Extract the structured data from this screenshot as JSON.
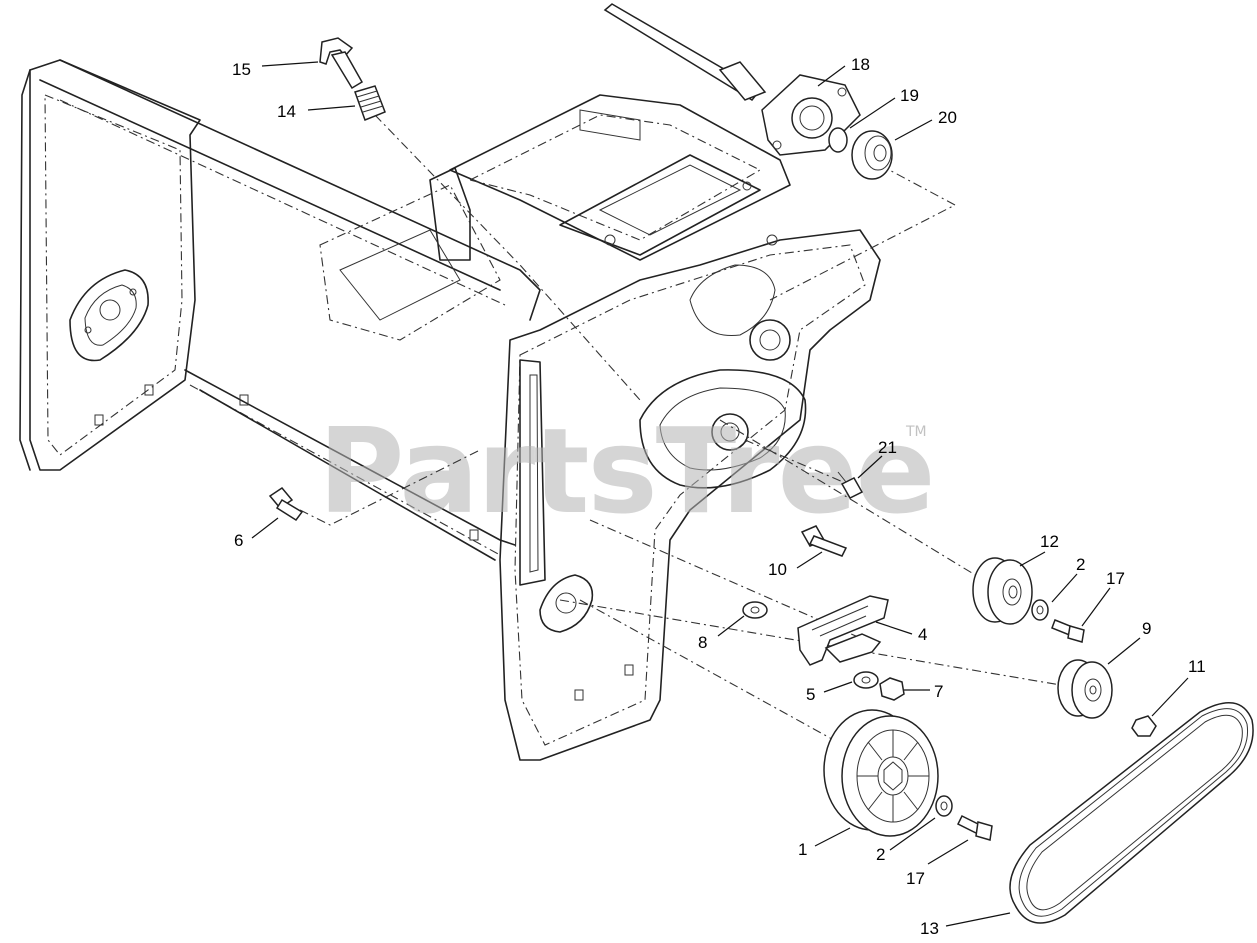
{
  "watermark": {
    "text": "PartsTree",
    "trademark": "TM"
  },
  "callouts": [
    {
      "id": "c15",
      "label": "15"
    },
    {
      "id": "c14",
      "label": "14"
    },
    {
      "id": "c18",
      "label": "18"
    },
    {
      "id": "c19",
      "label": "19"
    },
    {
      "id": "c20",
      "label": "20"
    },
    {
      "id": "c21",
      "label": "21"
    },
    {
      "id": "c6",
      "label": "6"
    },
    {
      "id": "c10",
      "label": "10"
    },
    {
      "id": "c12",
      "label": "12"
    },
    {
      "id": "c2a",
      "label": "2"
    },
    {
      "id": "c17a",
      "label": "17"
    },
    {
      "id": "c9",
      "label": "9"
    },
    {
      "id": "c4",
      "label": "4"
    },
    {
      "id": "c8",
      "label": "8"
    },
    {
      "id": "c5",
      "label": "5"
    },
    {
      "id": "c7",
      "label": "7"
    },
    {
      "id": "c11",
      "label": "11"
    },
    {
      "id": "c1",
      "label": "1"
    },
    {
      "id": "c2b",
      "label": "2"
    },
    {
      "id": "c17b",
      "label": "17"
    },
    {
      "id": "c13",
      "label": "13"
    }
  ]
}
